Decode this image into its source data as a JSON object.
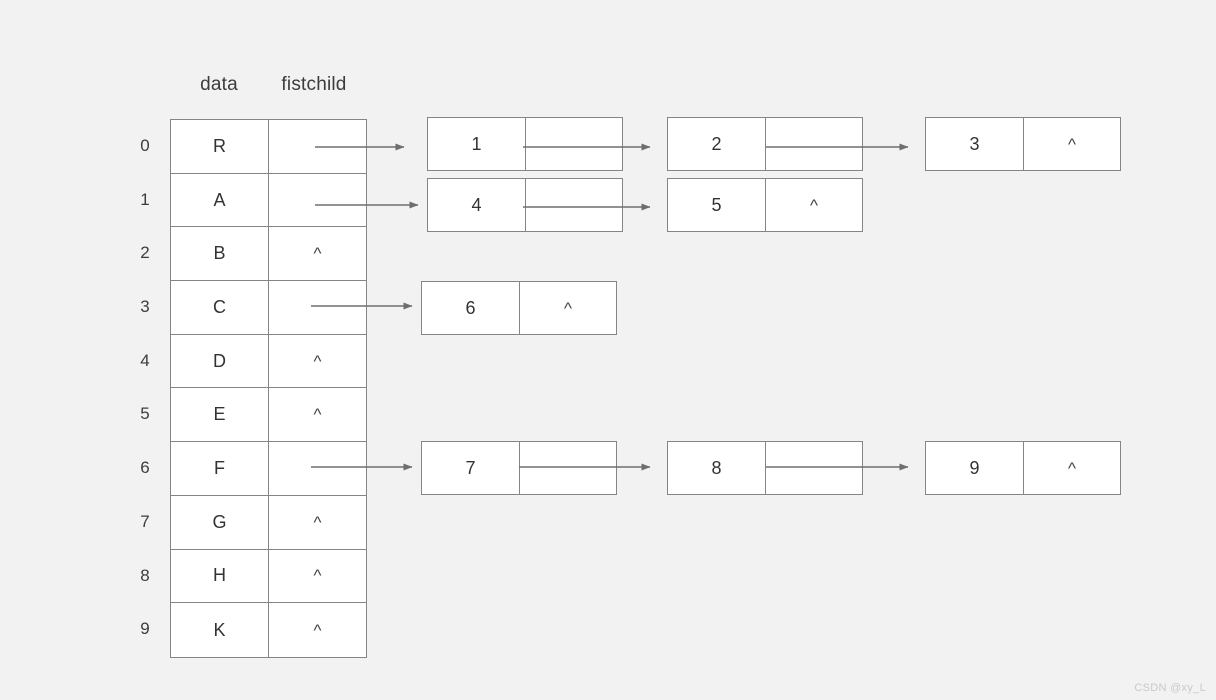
{
  "diagram": {
    "background_color": "#f2f2f2",
    "line_color": "#858585",
    "text_color": "#333333",
    "watermark": "CSDN @xy_L"
  },
  "headers": {
    "data_label": "data",
    "firstchild_label": "fistchild"
  },
  "array": {
    "indices": [
      "0",
      "1",
      "2",
      "3",
      "4",
      "5",
      "6",
      "7",
      "8",
      "9"
    ],
    "rows": [
      {
        "index": "0",
        "data": "R",
        "firstchild": "",
        "has_pointer": true,
        "nil": ""
      },
      {
        "index": "1",
        "data": "A",
        "firstchild": "",
        "has_pointer": true,
        "nil": ""
      },
      {
        "index": "2",
        "data": "B",
        "firstchild": "^",
        "has_pointer": false,
        "nil": "^"
      },
      {
        "index": "3",
        "data": "C",
        "firstchild": "",
        "has_pointer": true,
        "nil": ""
      },
      {
        "index": "4",
        "data": "D",
        "firstchild": "^",
        "has_pointer": false,
        "nil": "^"
      },
      {
        "index": "5",
        "data": "E",
        "firstchild": "^",
        "has_pointer": false,
        "nil": "^"
      },
      {
        "index": "6",
        "data": "F",
        "firstchild": "",
        "has_pointer": true,
        "nil": ""
      },
      {
        "index": "7",
        "data": "G",
        "firstchild": "^",
        "has_pointer": false,
        "nil": "^"
      },
      {
        "index": "8",
        "data": "H",
        "firstchild": "^",
        "has_pointer": false,
        "nil": "^"
      },
      {
        "index": "9",
        "data": "K",
        "firstchild": "^",
        "has_pointer": false,
        "nil": "^"
      }
    ]
  },
  "chains": [
    {
      "from_row": "0",
      "nodes": [
        {
          "value": "1",
          "next": "",
          "nil": ""
        },
        {
          "value": "2",
          "next": "",
          "nil": ""
        },
        {
          "value": "3",
          "next": "^",
          "nil": "^"
        }
      ]
    },
    {
      "from_row": "1",
      "nodes": [
        {
          "value": "4",
          "next": "",
          "nil": ""
        },
        {
          "value": "5",
          "next": "^",
          "nil": "^"
        }
      ]
    },
    {
      "from_row": "3",
      "nodes": [
        {
          "value": "6",
          "next": "^",
          "nil": "^"
        }
      ]
    },
    {
      "from_row": "6",
      "nodes": [
        {
          "value": "7",
          "next": "",
          "nil": ""
        },
        {
          "value": "8",
          "next": "",
          "nil": ""
        },
        {
          "value": "9",
          "next": "^",
          "nil": "^"
        }
      ]
    }
  ]
}
